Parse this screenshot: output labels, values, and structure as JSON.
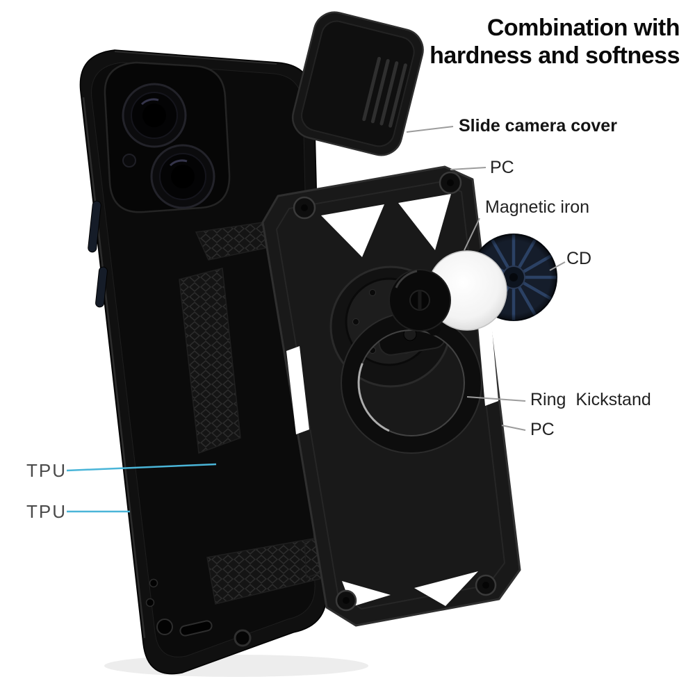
{
  "title": {
    "lines": [
      "Combination with",
      "hardness and softness"
    ]
  },
  "callouts": {
    "slide_camera_cover": "Slide camera cover",
    "pc_top": "PC",
    "magnetic_iron": "Magnetic iron",
    "cd": "CD",
    "ring_kickstand": "Ring Kickstand",
    "pc_bottom": "PC",
    "tpu_upper": "TPU",
    "tpu_lower": "TPU"
  },
  "colors": {
    "background": "#ffffff",
    "case_black": "#101010",
    "plate_black": "#191919",
    "callout_line": "#9c9c9c",
    "tpu_line": "#4ab5d8",
    "label_text": "#222222",
    "title_text": "#0a0a0a",
    "cd_streak_blue": "#3b5a8a"
  }
}
